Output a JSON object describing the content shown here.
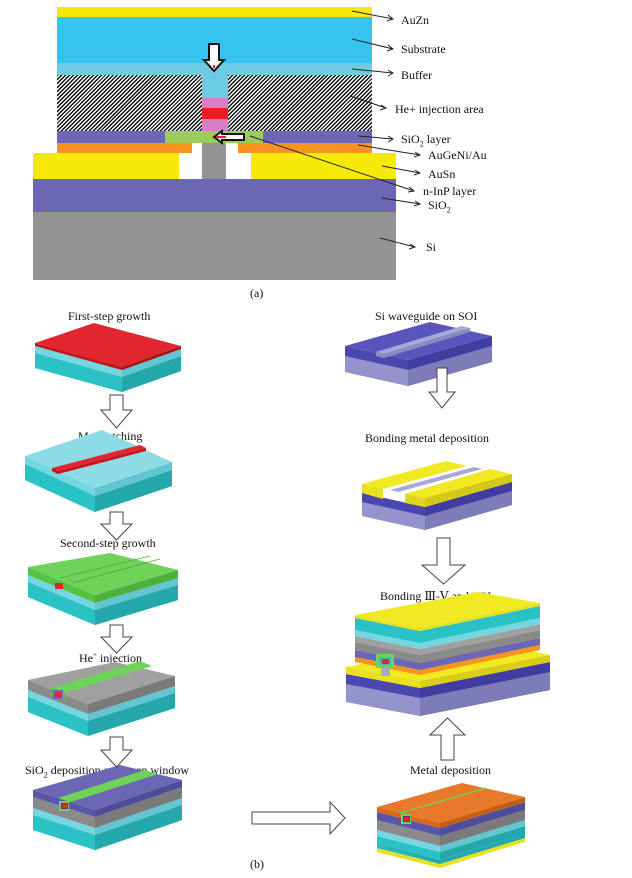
{
  "panel_a": {
    "caption": "(a)",
    "labels": {
      "auzn": "AuZn",
      "substrate": "Substrate",
      "buffer": "Buffer",
      "he_area": "He+ injection area",
      "sio2_layer_main": "SiO",
      "sio2_layer_sub": "2",
      "sio2_layer_tail": " layer",
      "augeni": "AuGeNi/Au",
      "ausn": "AuSn",
      "ninp": "n-InP layer",
      "sio2_main": "SiO",
      "sio2_sub": "2",
      "si": "Si"
    },
    "colors": {
      "auzn": "#f7ea0a",
      "substrate": "#36c3ee",
      "buffer": "#6ccbe3",
      "active_pink": "#d77fc7",
      "active_red": "#ed1c24",
      "sio2": "#6b67b4",
      "ninp": "#9ccc5a",
      "augeni": "#f7941d",
      "ausn": "#f7ea0a",
      "si": "#939393"
    }
  },
  "panel_b": {
    "caption": "(b)",
    "left_steps": [
      {
        "label": "First-step growth"
      },
      {
        "label": "Mesa etching"
      },
      {
        "label": "Second-step growth"
      },
      {
        "label_main": "He",
        "label_sup": "+",
        "label_tail": " injection"
      },
      {
        "label_main": "SiO",
        "label_sub": "2",
        "label_tail": " deposition and open window"
      }
    ],
    "right_steps": [
      {
        "label": "Si waveguide on SOI"
      },
      {
        "label": "Bonding metal deposition"
      },
      {
        "label": "Bonding Ⅲ-Ⅴ and SOI"
      },
      {
        "label": "Metal deposition"
      }
    ]
  }
}
